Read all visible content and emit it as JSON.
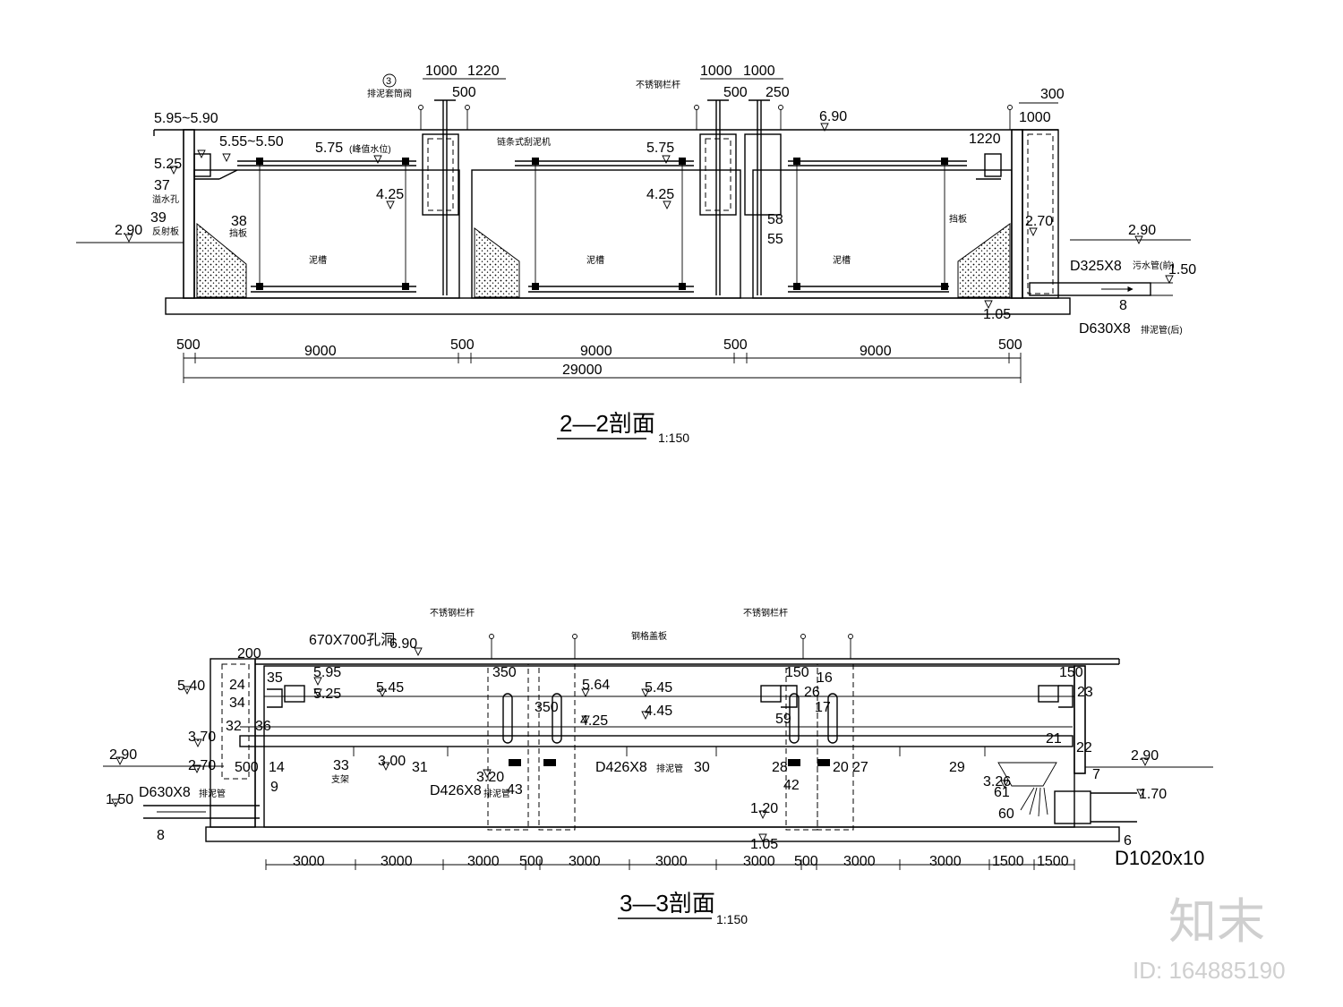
{
  "section_2_2": {
    "title": "2—2剖面",
    "scale": "1:150",
    "levels": {
      "l_595_590": "5.95~5.90",
      "l_555_550": "5.55~5.50",
      "l_575": "5.75",
      "l_575_note": "(峰值水位)",
      "l_575b": "5.75",
      "l_525": "5.25",
      "l_425a": "4.25",
      "l_425b": "4.25",
      "l_290_left": "2.90",
      "l_290_right": "2.90",
      "l_690": "6.90",
      "l_270": "2.70",
      "l_150": "1.50",
      "l_105": "1.05"
    },
    "top_dims": {
      "d1000a": "1000",
      "d1220a": "1220",
      "d500a": "500",
      "d1000b": "1000",
      "d1000c": "1000",
      "d500b": "500",
      "d250": "250",
      "d300": "300",
      "d1000d": "1000",
      "d1220b": "1220"
    },
    "callouts": {
      "c3": "3",
      "c37": "37",
      "c39": "39",
      "c38": "38",
      "c58": "58",
      "c55": "55",
      "c8": "8"
    },
    "notes": {
      "valve": "排泥套筒阀",
      "rail": "不锈钢栏杆",
      "scraper": "链条式刮泥机",
      "drain_hole": "溢水孔",
      "reflector": "反射板",
      "baffle": "挡板",
      "baffle_r": "挡板",
      "sludge_1": "泥槽",
      "sludge_2": "泥槽",
      "sludge_3": "泥槽"
    },
    "pipes": {
      "p325": "D325X8",
      "p325_note": "污水管(前)",
      "p630": "D630X8",
      "p630_note": "排泥管(后)"
    },
    "bottom_dims": [
      "500",
      "9000",
      "500",
      "9000",
      "500",
      "9000",
      "500"
    ],
    "total_dim": "29000"
  },
  "section_3_3": {
    "title": "3—3剖面",
    "scale": "1:150",
    "levels": {
      "l_690": "6.90",
      "l_595": "5.95",
      "l_525": "5.25",
      "l_545a": "5.45",
      "l_564": "5.64",
      "l_545b": "5.45",
      "l_445": "4.45",
      "l_425": "4.25",
      "l_540": "5.40",
      "l_370": "3.70",
      "l_270": "2.70",
      "l_290_left": "2.90",
      "l_290_right": "2.90",
      "l_300": "3.00",
      "l_320": "3.20",
      "l_326": "3.26",
      "l_120": "1.20",
      "l_105": "1.05",
      "l_150": "1.50",
      "l_170": "1.70"
    },
    "dims_small": {
      "d200": "200",
      "d350a": "350",
      "d350b": "350",
      "d150a": "150",
      "d16": "16",
      "d150b": "150",
      "d500": "500"
    },
    "callouts": {
      "c35": "35",
      "c24": "24",
      "c34": "34",
      "c32": "32",
      "c36": "36",
      "c14": "14",
      "c9": "9",
      "c8": "8",
      "c33": "33",
      "c31": "31",
      "c43": "43",
      "c30": "30",
      "c28": "28",
      "c42": "42",
      "c26": "26",
      "c59": "59",
      "c17": "17",
      "c20": "20",
      "c27": "27",
      "c29": "29",
      "c21": "21",
      "c22": "22",
      "c23": "23",
      "c61": "61",
      "c60": "60",
      "c7": "7",
      "c6": "6"
    },
    "notes": {
      "hole": "670X700孔洞",
      "rail_a": "不锈钢栏杆",
      "rail_b": "不锈钢栏杆",
      "grating": "钢格盖板",
      "support": "支架"
    },
    "pipes": {
      "p426a": "D426X8",
      "p426a_note": "排泥管",
      "p426b": "D426X8",
      "p426b_note": "排泥管",
      "p630": "D630X8",
      "p630_note": "排泥管",
      "p1020": "D1020x10"
    },
    "bottom_dims": [
      "3000",
      "3000",
      "3000",
      "500",
      "3000",
      "3000",
      "3000",
      "500",
      "3000",
      "3000",
      "1500",
      "1500"
    ]
  },
  "watermark": {
    "logo": "知末",
    "id": "ID: 164885190"
  }
}
